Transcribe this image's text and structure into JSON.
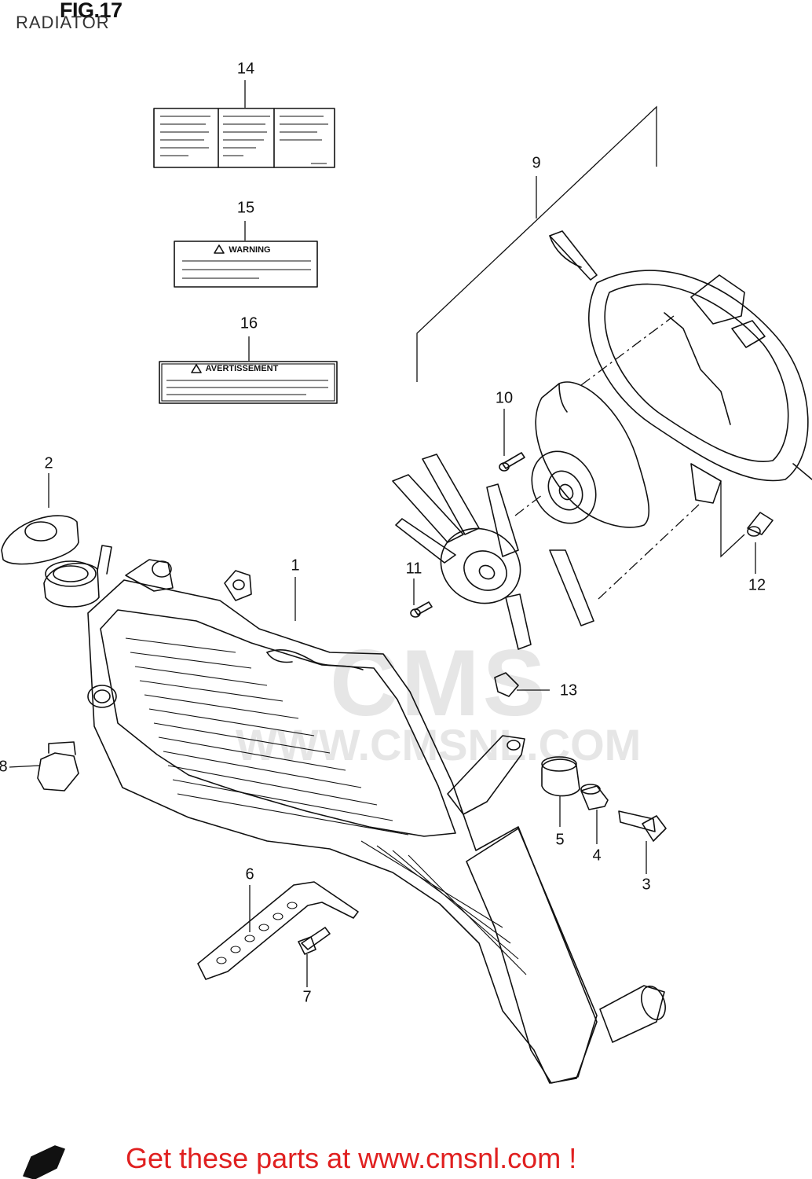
{
  "figure": {
    "title": "FIG.17",
    "subtitle": "RADIATOR"
  },
  "labels": {
    "warning": "WARNING",
    "avertissement": "AVERTISSEMENT"
  },
  "callouts": [
    {
      "id": "c1",
      "text": "1"
    },
    {
      "id": "c2",
      "text": "2"
    },
    {
      "id": "c3",
      "text": "3"
    },
    {
      "id": "c4",
      "text": "4"
    },
    {
      "id": "c5",
      "text": "5"
    },
    {
      "id": "c6",
      "text": "6"
    },
    {
      "id": "c7",
      "text": "7"
    },
    {
      "id": "c8",
      "text": "8"
    },
    {
      "id": "c9",
      "text": "9"
    },
    {
      "id": "c10",
      "text": "10"
    },
    {
      "id": "c11",
      "text": "11"
    },
    {
      "id": "c12",
      "text": "12"
    },
    {
      "id": "c13",
      "text": "13"
    },
    {
      "id": "c14",
      "text": "14"
    },
    {
      "id": "c15",
      "text": "15"
    },
    {
      "id": "c16",
      "text": "16"
    }
  ],
  "watermark": {
    "brand": "CMS",
    "url": "WWW.CMSNL.COM"
  },
  "footer": {
    "fwd_icon": "fwd-arrow-icon",
    "cta": "Get these parts at www.cmsnl.com !"
  }
}
